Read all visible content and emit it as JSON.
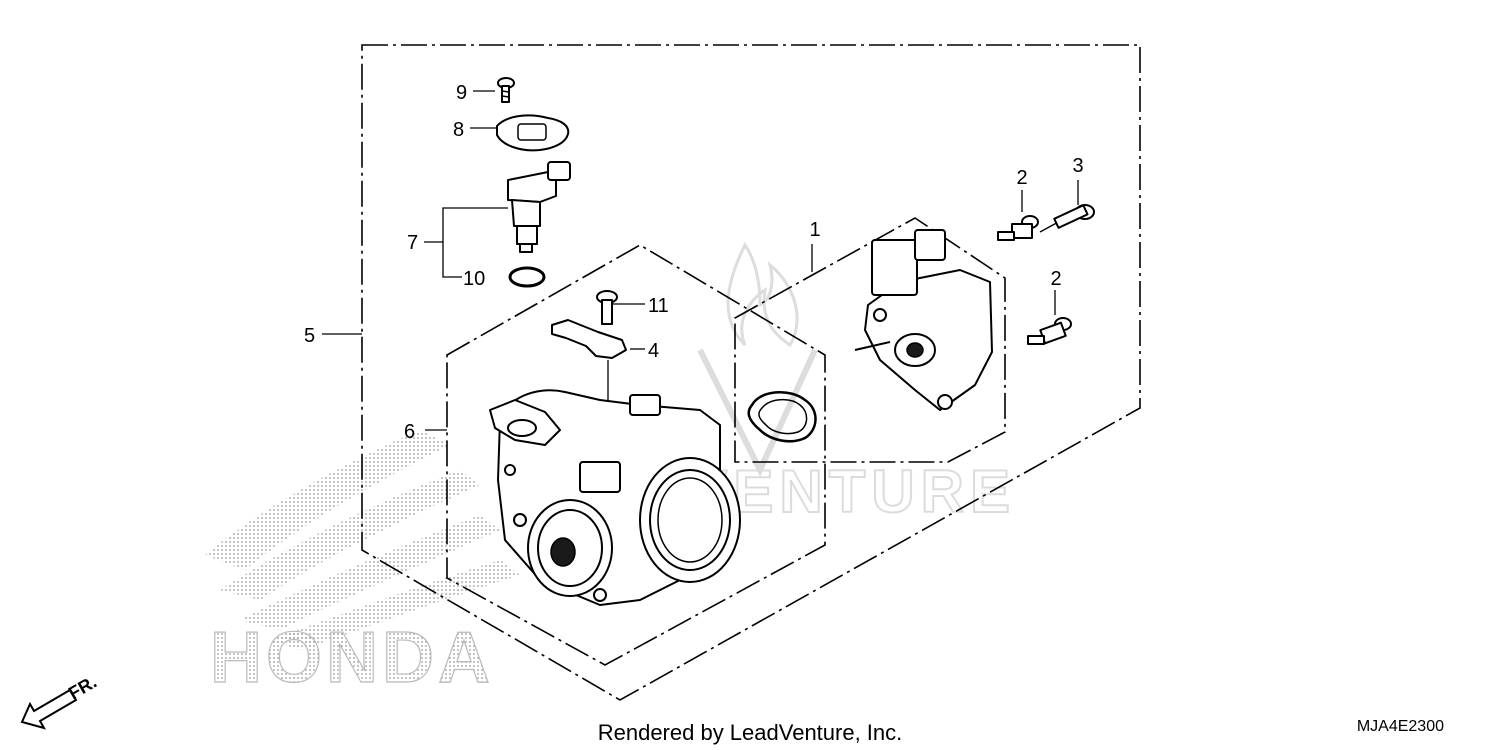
{
  "callouts": {
    "c1": "1",
    "c2a": "2",
    "c2b": "2",
    "c3": "3",
    "c4": "4",
    "c5": "5",
    "c6": "6",
    "c7": "7",
    "c8": "8",
    "c9": "9",
    "c10": "10",
    "c11": "11"
  },
  "watermarks": {
    "honda": "HONDA",
    "leadventure": "LEADVENTURE"
  },
  "direction_label": "FR.",
  "footer": {
    "rendered_by": "Rendered by LeadVenture, Inc.",
    "diagram_code": "MJA4E2300"
  },
  "colors": {
    "line": "#000000",
    "watermark": "#dcdcdc",
    "honda_dots": "#9a9a9a"
  }
}
